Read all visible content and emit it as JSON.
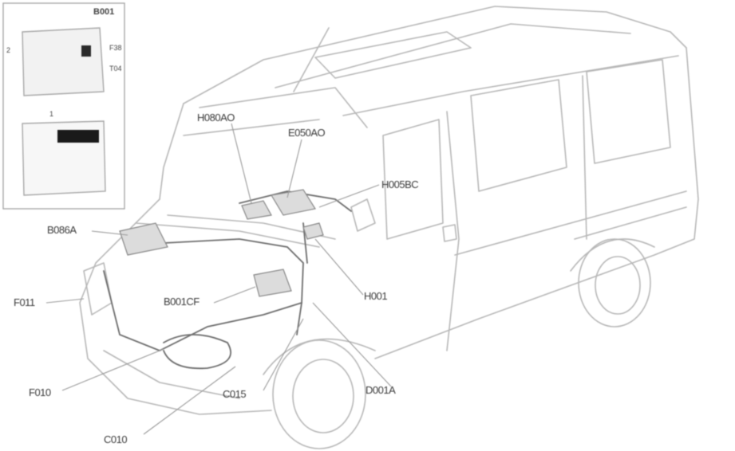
{
  "diagram": {
    "type": "component-location",
    "subject": "van (minibus) electrical components",
    "colors": {
      "line": "#9a9a9a",
      "wiring": "#6e6e6e",
      "label": "#3a3a3a",
      "background": "#ffffff"
    }
  },
  "inset": {
    "title": "B001",
    "pin_labels": [
      "F38",
      "T04"
    ],
    "left_label": "2",
    "connector_label": "1"
  },
  "callouts": [
    {
      "id": "H080AO",
      "text": "H080AO"
    },
    {
      "id": "E050AO",
      "text": "E050AO"
    },
    {
      "id": "H005BC",
      "text": "H005BC"
    },
    {
      "id": "B086A",
      "text": "B086A"
    },
    {
      "id": "F011",
      "text": "F011"
    },
    {
      "id": "B001CF",
      "text": "B001CF"
    },
    {
      "id": "H001",
      "text": "H001"
    },
    {
      "id": "F010",
      "text": "F010"
    },
    {
      "id": "C015",
      "text": "C015"
    },
    {
      "id": "D001A",
      "text": "D001A"
    },
    {
      "id": "C010",
      "text": "C010"
    }
  ]
}
